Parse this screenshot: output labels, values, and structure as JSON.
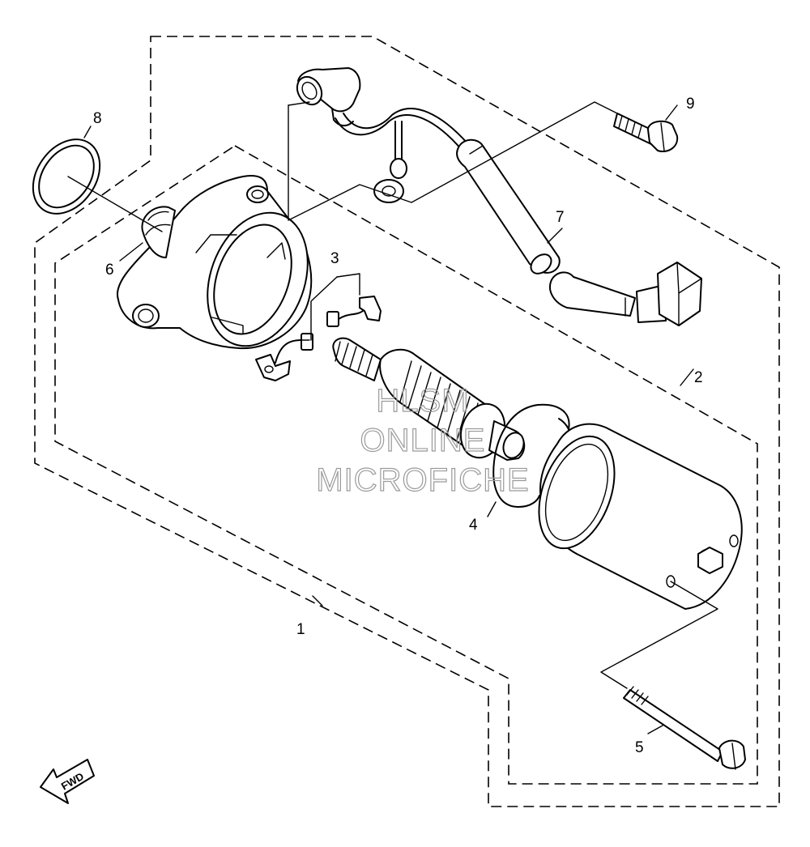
{
  "callouts": [
    {
      "id": "1",
      "label": "1"
    },
    {
      "id": "2",
      "label": "2"
    },
    {
      "id": "3",
      "label": "3"
    },
    {
      "id": "4",
      "label": "4"
    },
    {
      "id": "5",
      "label": "5"
    },
    {
      "id": "6",
      "label": "6"
    },
    {
      "id": "7",
      "label": "7"
    },
    {
      "id": "8",
      "label": "8"
    },
    {
      "id": "9",
      "label": "9"
    }
  ],
  "watermark": {
    "line1": "HLSM",
    "line2": "ONLINE",
    "line3": "MICROFICHE",
    "color": "#9a9a9a"
  },
  "fwd_badge": {
    "label": "FWD"
  }
}
